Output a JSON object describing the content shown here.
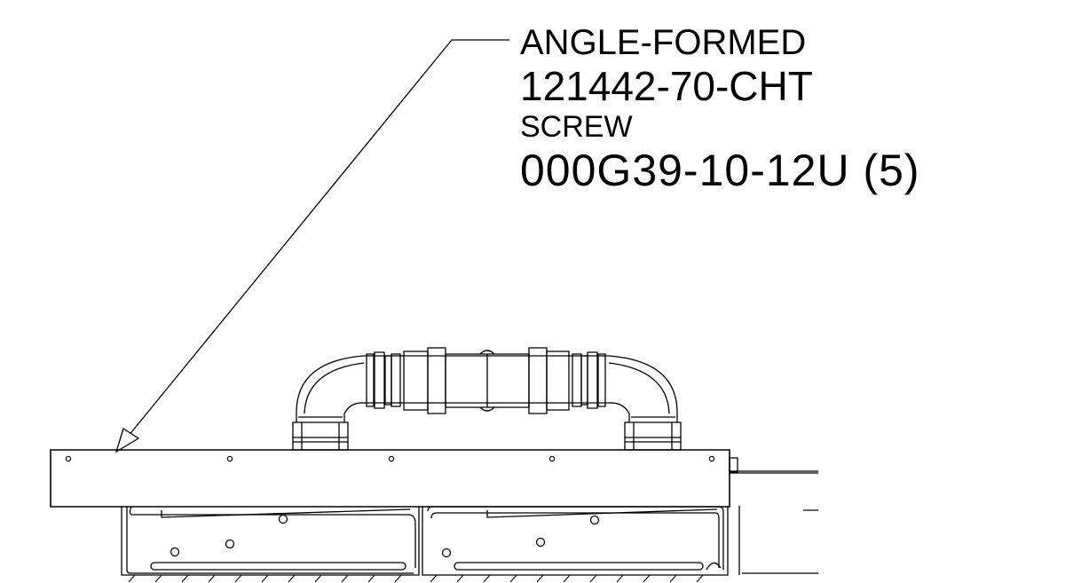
{
  "callout": {
    "part_label": "ANGLE-FORMED",
    "part_number": "121442-70-CHT",
    "fastener_label": "SCREW",
    "fastener_number": "000G39-10-12U (5)"
  },
  "colors": {
    "line": "#000000",
    "background": "#ffffff"
  }
}
